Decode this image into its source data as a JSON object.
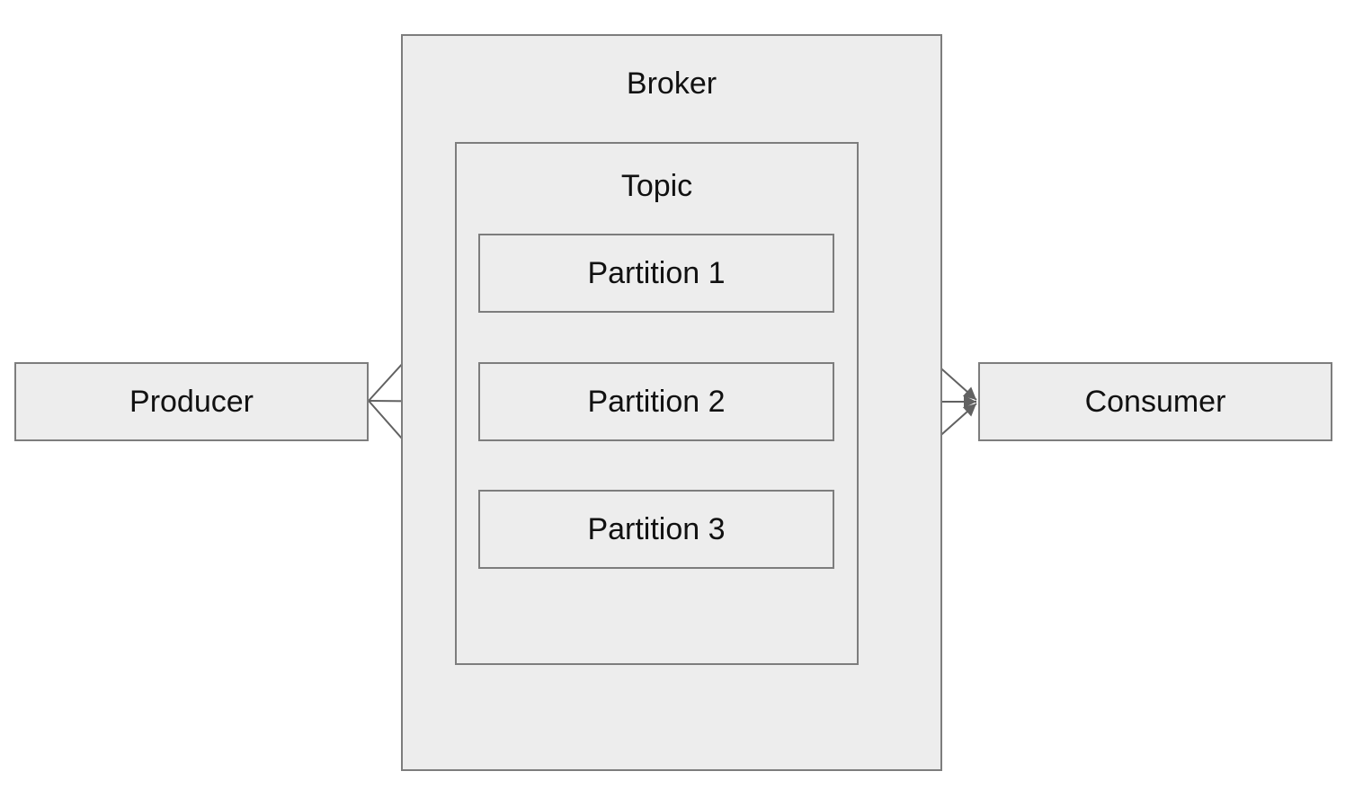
{
  "diagram": {
    "nodes": {
      "producer": {
        "label": "Producer"
      },
      "broker": {
        "label": "Broker"
      },
      "topic": {
        "label": "Topic"
      },
      "partition1": {
        "label": "Partition 1"
      },
      "partition2": {
        "label": "Partition 2"
      },
      "partition3": {
        "label": "Partition 3"
      },
      "consumer": {
        "label": "Consumer"
      }
    },
    "edges": [
      {
        "from": "producer",
        "to": "partition1"
      },
      {
        "from": "producer",
        "to": "partition2"
      },
      {
        "from": "producer",
        "to": "partition3"
      },
      {
        "from": "partition1",
        "to": "consumer"
      },
      {
        "from": "partition2",
        "to": "consumer"
      },
      {
        "from": "partition3",
        "to": "consumer"
      }
    ],
    "colors": {
      "background": "#ffffff",
      "node_fill": "#ededed",
      "node_border": "#7d7d7d",
      "arrow": "#616161",
      "text": "#111111"
    }
  }
}
